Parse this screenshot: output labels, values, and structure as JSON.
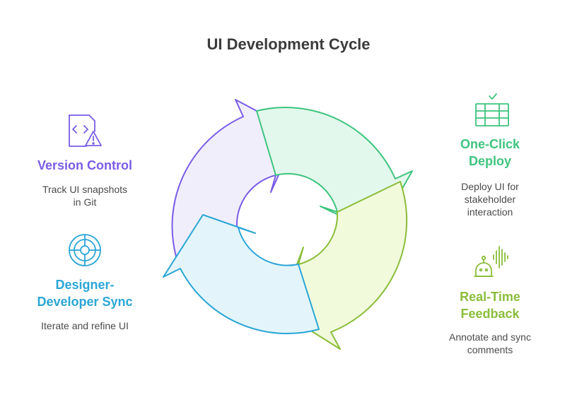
{
  "title": "UI Development Cycle",
  "colors": {
    "purple": "#7a5ce6",
    "green": "#3ec47e",
    "lime": "#8bbd3a",
    "blue": "#2aa6d6"
  },
  "steps": [
    {
      "heading_line1": "Version Control",
      "heading_line2": "",
      "desc_line1": "Track UI snapshots",
      "desc_line2": "in Git",
      "icon": "code-file-warning-icon",
      "color": "#7a5ce6"
    },
    {
      "heading_line1": "One-Click",
      "heading_line2": "Deploy",
      "desc_line1": "Deploy UI for",
      "desc_line2": "stakeholder",
      "desc_line3": "interaction",
      "icon": "server-check-icon",
      "color": "#3ec47e"
    },
    {
      "heading_line1": "Real-Time",
      "heading_line2": "Feedback",
      "desc_line1": "Annotate and sync",
      "desc_line2": "comments",
      "icon": "robot-voice-icon",
      "color": "#8bbd3a"
    },
    {
      "heading_line1": "Designer-",
      "heading_line2": "Developer Sync",
      "desc_line1": "Iterate and refine UI",
      "icon": "target-sync-icon",
      "color": "#2aa6d6"
    }
  ]
}
